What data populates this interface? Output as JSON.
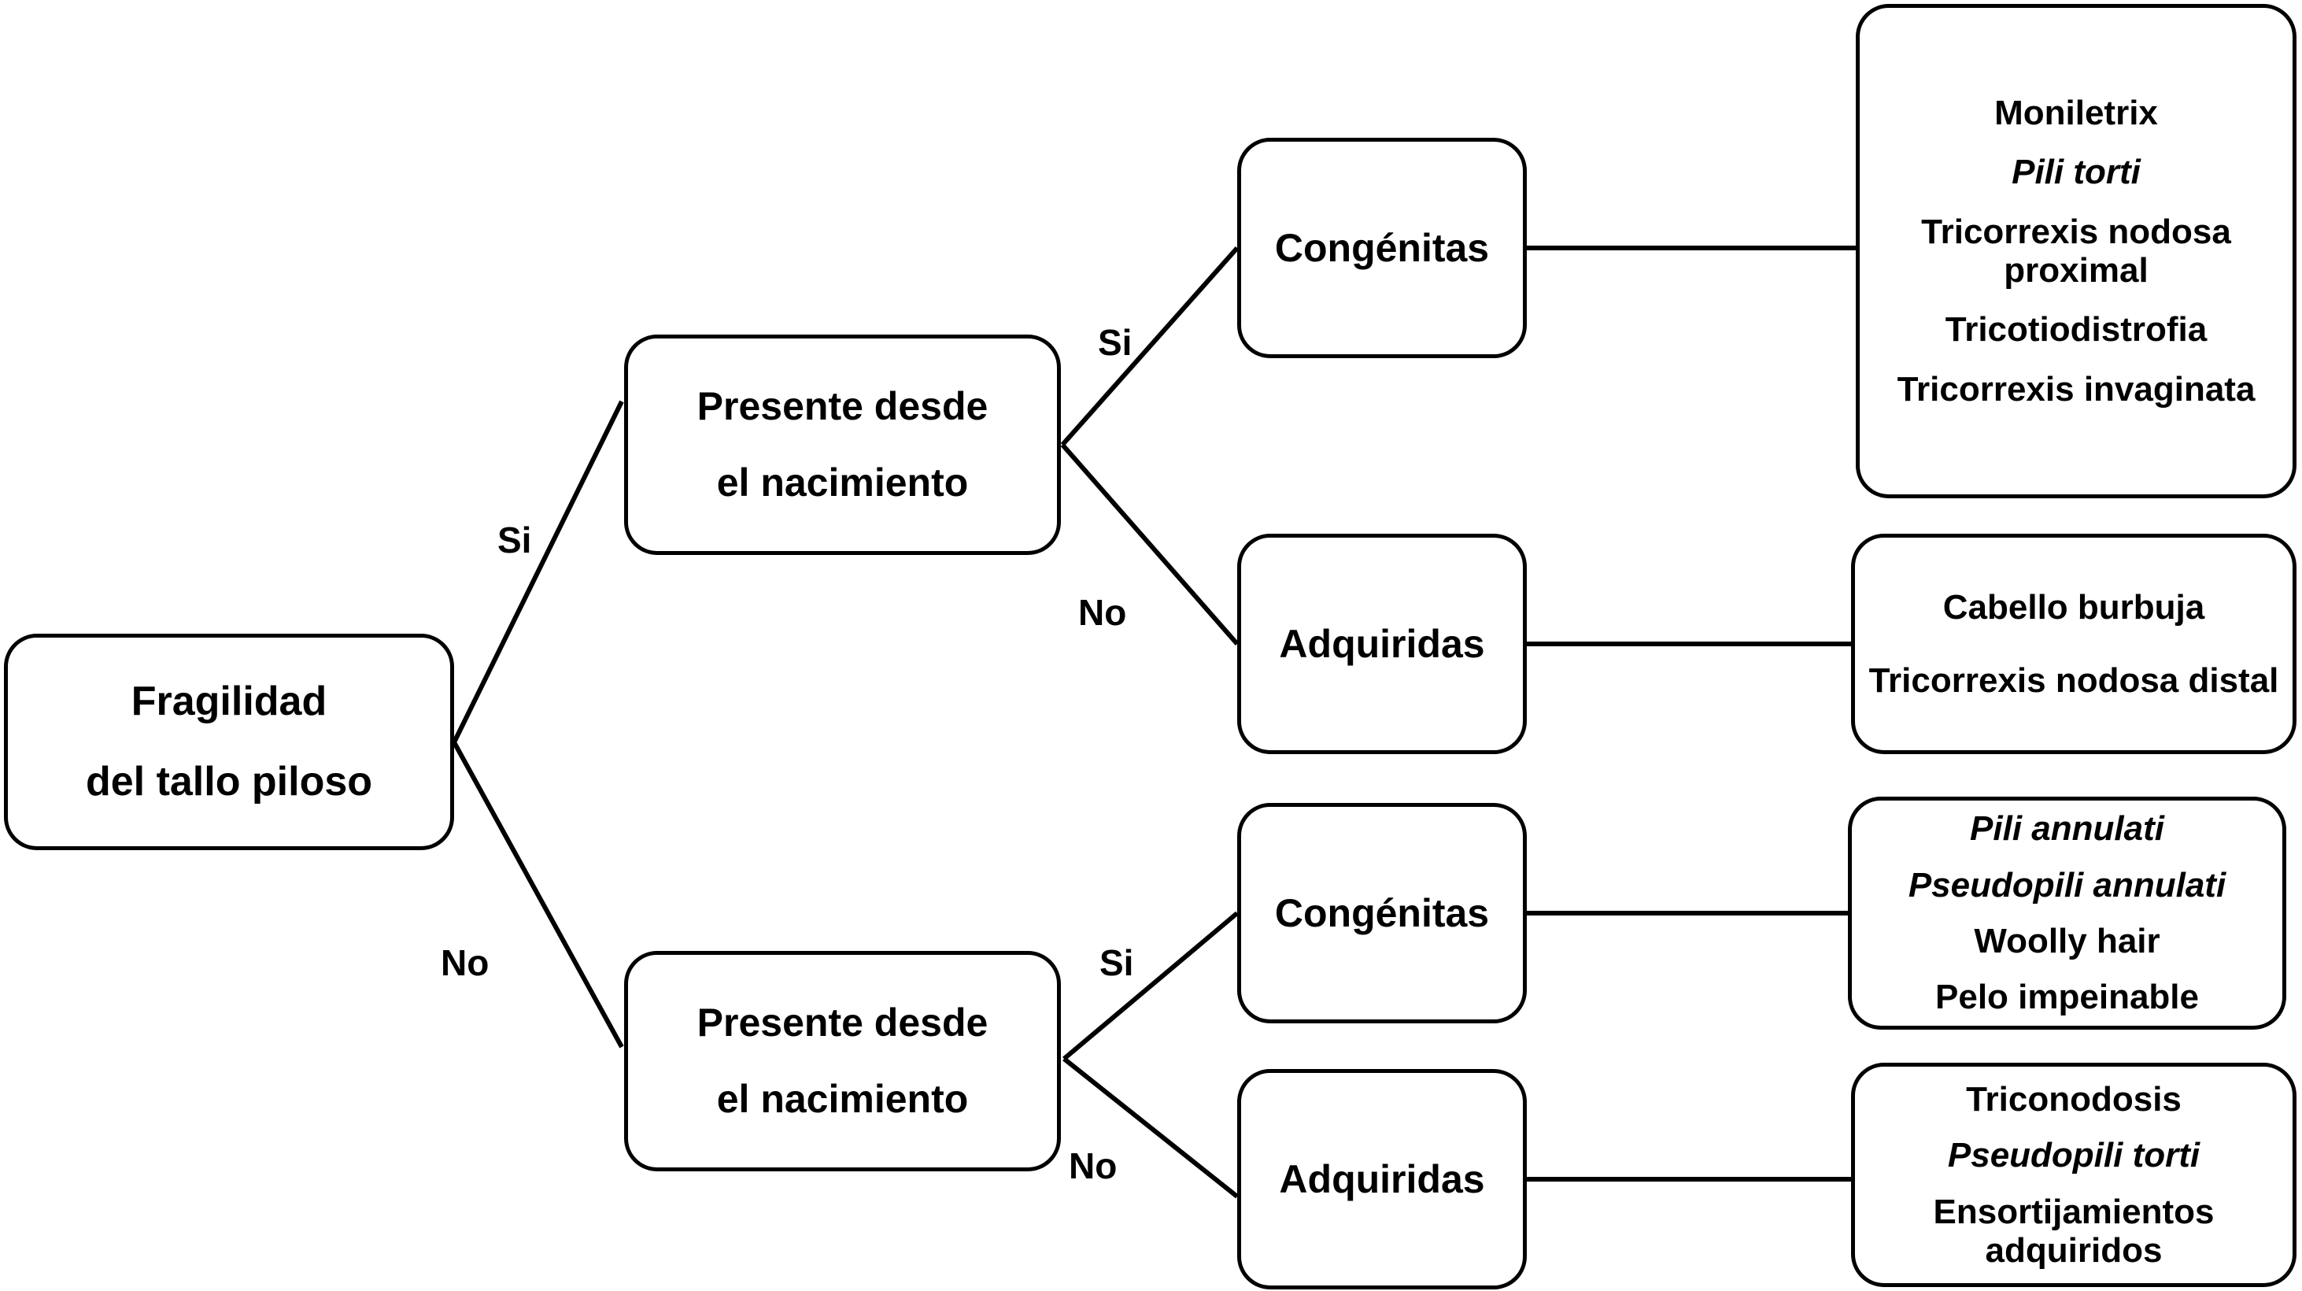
{
  "diagram": {
    "title": "Fragilidad del tallo piloso",
    "type": "decision-tree",
    "language": "es"
  },
  "root": {
    "line1": "Fragilidad",
    "line2": "del tallo piloso"
  },
  "branch_labels": {
    "root_yes": "Si",
    "root_no": "No",
    "upper_yes": "Si",
    "upper_no": "No",
    "lower_yes": "Si",
    "lower_no": "No"
  },
  "decisions": {
    "upper": {
      "line1": "Presente desde",
      "line2": "el nacimiento"
    },
    "lower": {
      "line1": "Presente desde",
      "line2": "el nacimiento"
    }
  },
  "categories": {
    "upper_congenitas": "Congénitas",
    "upper_adquiridas": "Adquiridas",
    "lower_congenitas": "Congénitas",
    "lower_adquiridas": "Adquiridas"
  },
  "leaves": {
    "upper_congenitas": [
      {
        "text": "Moniletrix",
        "italic": false
      },
      {
        "text": "Pili torti",
        "italic": true
      },
      {
        "text": "Tricorrexis nodosa",
        "italic": false
      },
      {
        "text": "proximal",
        "italic": false
      },
      {
        "text": "Tricotiodistrofia",
        "italic": false
      },
      {
        "text": "Tricorrexis invaginata",
        "italic": false
      }
    ],
    "upper_adquiridas": [
      {
        "text": "Cabello burbuja",
        "italic": false
      },
      {
        "text": "Tricorrexis nodosa distal",
        "italic": false
      }
    ],
    "lower_congenitas": [
      {
        "text": "Pili annulati",
        "italic": true
      },
      {
        "text": "Pseudopili annulati",
        "italic": true
      },
      {
        "text": "Woolly hair",
        "italic": false
      },
      {
        "text": "Pelo impeinable",
        "italic": false
      }
    ],
    "lower_adquiridas": [
      {
        "text": "Triconodosis",
        "italic": false
      },
      {
        "text": "Pseudopili torti",
        "italic": true
      },
      {
        "text": "Ensortijamientos",
        "italic": false
      },
      {
        "text": "adquiridos",
        "italic": false
      }
    ]
  },
  "style": {
    "stroke": "#000000",
    "fill": "#ffffff",
    "text": "#000000"
  }
}
